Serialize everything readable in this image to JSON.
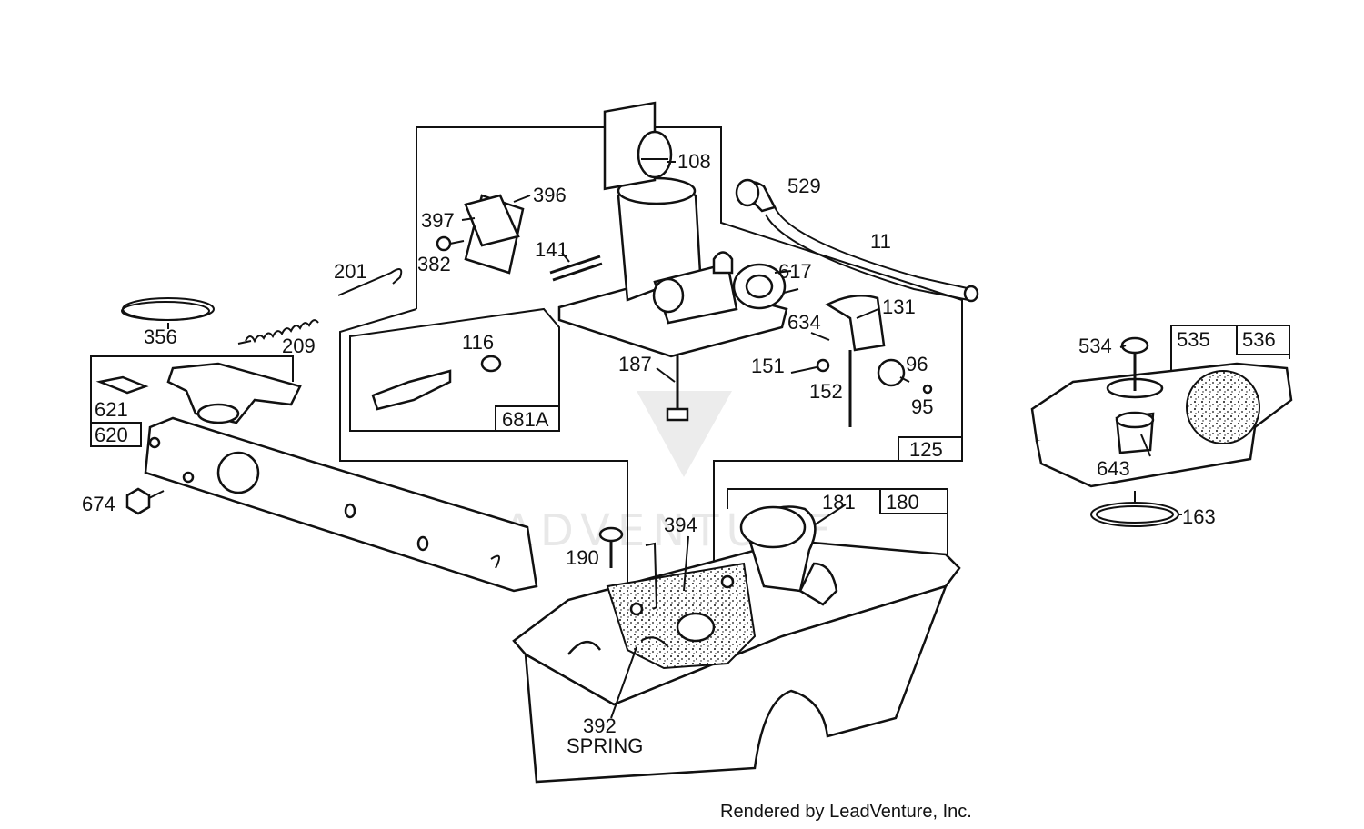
{
  "callouts": {
    "p108": "108",
    "p396": "396",
    "p397": "397",
    "p382": "382",
    "p141": "141",
    "p201": "201",
    "p529": "529",
    "p11": "11",
    "p617": "617",
    "p131": "131",
    "p634": "634",
    "p116": "116",
    "p187": "187",
    "p151": "151",
    "p152": "152",
    "p96": "96",
    "p95": "95",
    "p356": "356",
    "p209": "209",
    "p621": "621",
    "p674": "674",
    "p181": "181",
    "p394": "394",
    "p190": "190",
    "p392": "392",
    "spring": "SPRING",
    "p534": "534",
    "p643": "643",
    "p163": "163"
  },
  "boxes": {
    "b681a": "681A",
    "b125": "125",
    "b620": "620",
    "b180": "180",
    "b535": "535",
    "b536": "536"
  },
  "watermark": "LEADVENTURE",
  "credit": "Rendered by LeadVenture, Inc.",
  "colors": {
    "ink": "#111111",
    "paper": "#ffffff",
    "watermark": "#e8e8e8"
  }
}
